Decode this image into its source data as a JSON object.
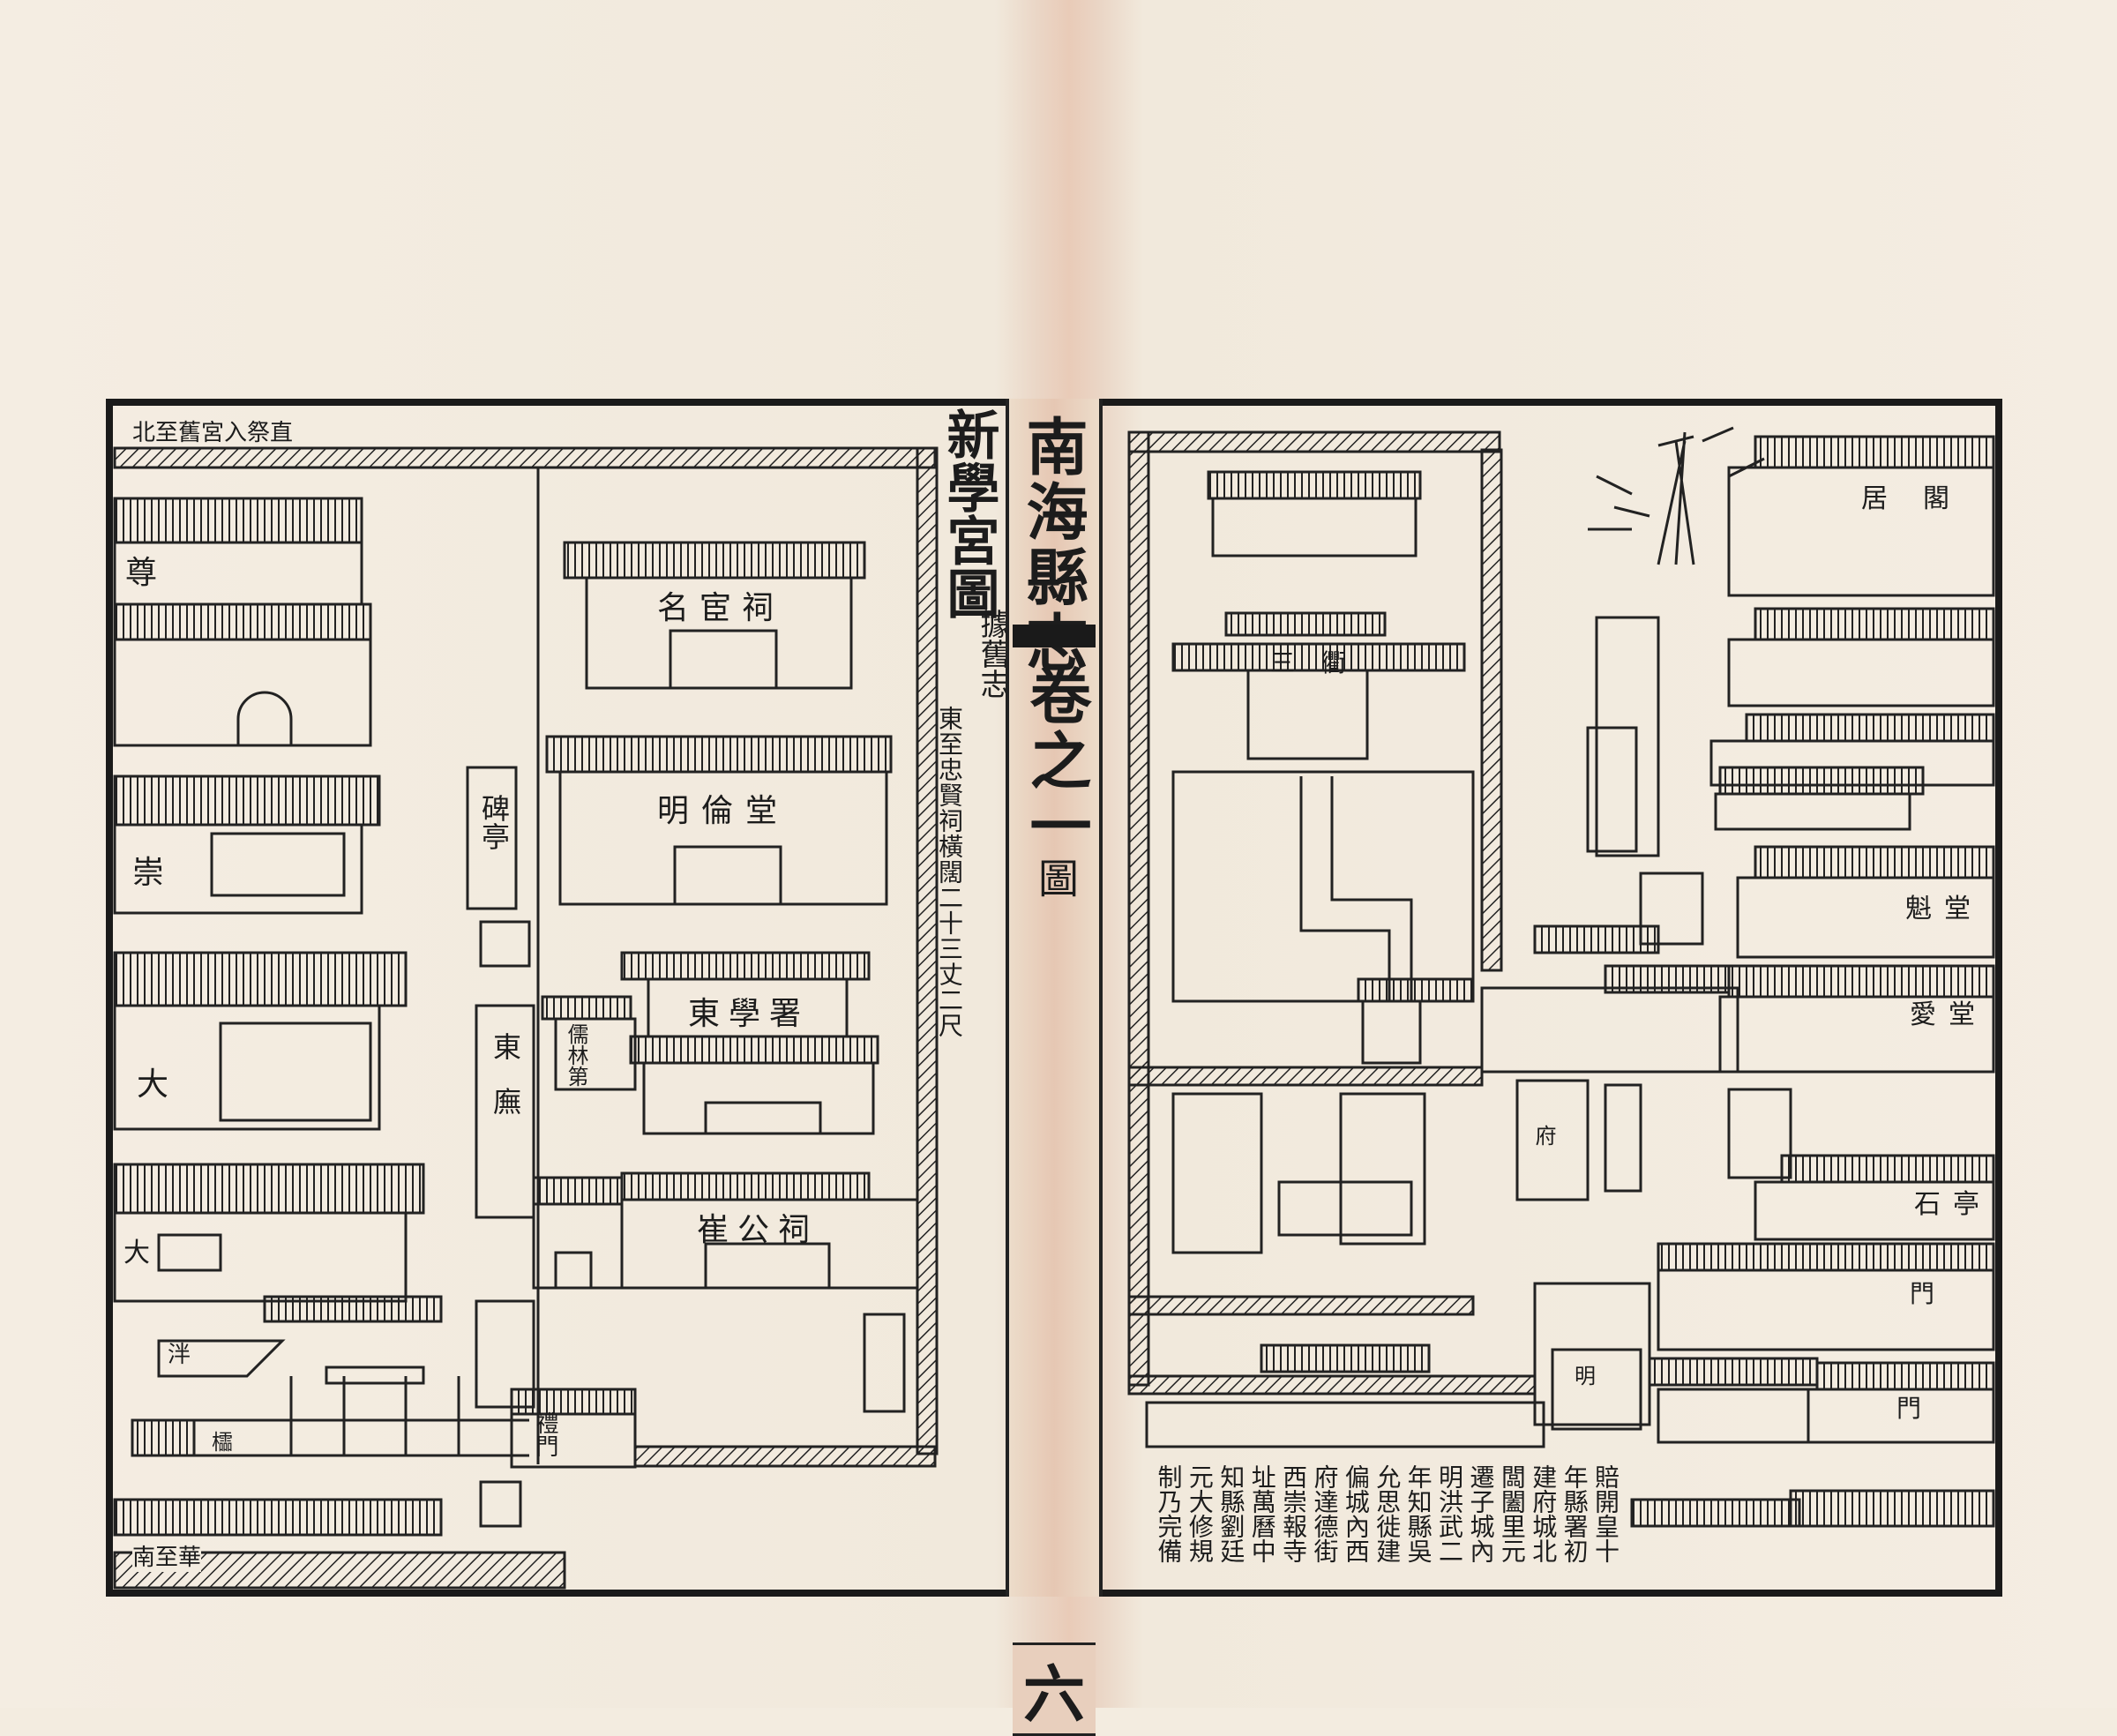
{
  "spine": {
    "title": "南海縣志",
    "volume": "卷之一",
    "section": "圖",
    "page": "六"
  },
  "map": {
    "title": "新學宮圖",
    "source_note": "據舊志",
    "distance_note": "東至忠賢祠橫闊二十三丈二尺",
    "corner_north": "北至舊宮入祭直",
    "corner_south": "南至華",
    "labels_left": {
      "mingguan_ci": "名宦祠",
      "minglun_tang": "明倫堂",
      "dongxue_shu": "東學署",
      "cuigong_ci": "崔公祠",
      "bei_ting": "碑亭",
      "dong_wu": "東廡",
      "ru_lin": "儒林第",
      "li_men": "禮門",
      "zun": "尊",
      "zong": "崇",
      "da1": "大",
      "da2": "大",
      "pan": "泮",
      "ling": "櫺"
    },
    "labels_right": {
      "ju_ge": "居閣",
      "san_jie": "三衢",
      "kui_tang": "魁堂",
      "ai_tang": "愛堂",
      "shi_ting": "石亭",
      "men1": "門",
      "men2": "門",
      "fu": "府",
      "ming": "明"
    }
  },
  "history_note": [
    "賠開皇十",
    "年縣署初",
    "建府城北",
    "闆闔里元",
    "遷子城內",
    "明洪武二",
    "年知縣吳",
    "允思徙建",
    "偏城內西",
    "府達德街",
    "西崇報寺",
    "址萬曆中",
    "知縣劉廷",
    "元大修規",
    "制乃完備"
  ]
}
